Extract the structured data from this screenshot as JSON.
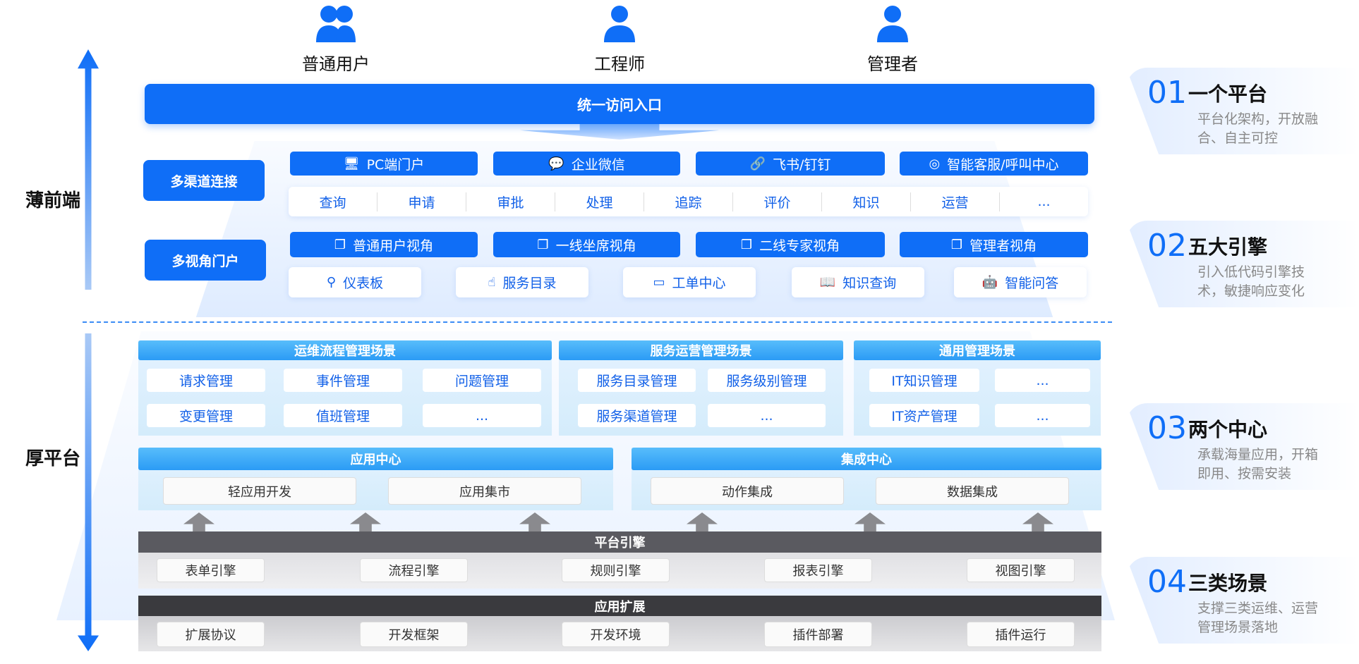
{
  "users": [
    {
      "label": "普通用户",
      "icon": "users-group-icon"
    },
    {
      "label": "工程师",
      "icon": "engineer-icon"
    },
    {
      "label": "管理者",
      "icon": "manager-icon"
    }
  ],
  "entry": "统一访问入口",
  "sides": {
    "front": "薄前端",
    "platform": "厚平台"
  },
  "channel_label": "多渠道连接",
  "view_label": "多视角门户",
  "channels": [
    {
      "label": "PC端门户",
      "icon": "pc-icon",
      "glyph": "🖥"
    },
    {
      "label": "企业微信",
      "icon": "wechat-icon",
      "glyph": "💬"
    },
    {
      "label": "飞书/钉钉",
      "icon": "feishu-icon",
      "glyph": "🔗"
    },
    {
      "label": "智能客服/呼叫中心",
      "icon": "call-center-icon",
      "glyph": "◎"
    }
  ],
  "actions": [
    "查询",
    "申请",
    "审批",
    "处理",
    "追踪",
    "评价",
    "知识",
    "运营",
    "..."
  ],
  "views": [
    "普通用户视角",
    "一线坐席视角",
    "二线专家视角",
    "管理者视角"
  ],
  "features": [
    {
      "label": "仪表板",
      "icon": "dashboard-icon",
      "glyph": "⚲"
    },
    {
      "label": "服务目录",
      "icon": "service-catalog-icon",
      "glyph": "☝"
    },
    {
      "label": "工单中心",
      "icon": "ticket-icon",
      "glyph": "▭"
    },
    {
      "label": "知识查询",
      "icon": "knowledge-icon",
      "glyph": "📖"
    },
    {
      "label": "智能问答",
      "icon": "robot-icon",
      "glyph": "🤖"
    }
  ],
  "scenes": [
    {
      "title": "运维流程管理场景",
      "items": [
        "请求管理",
        "事件管理",
        "问题管理",
        "变更管理",
        "值班管理",
        "..."
      ]
    },
    {
      "title": "服务运营管理场景",
      "items": [
        "服务目录管理",
        "服务级别管理",
        "服务渠道管理",
        "..."
      ]
    },
    {
      "title": "通用管理场景",
      "items": [
        "IT知识管理",
        "...",
        "IT资产管理",
        "..."
      ]
    }
  ],
  "centers": [
    {
      "title": "应用中心",
      "items": [
        "轻应用开发",
        "应用集市"
      ]
    },
    {
      "title": "集成中心",
      "items": [
        "动作集成",
        "数据集成"
      ]
    }
  ],
  "engine": {
    "title": "平台引擎",
    "items": [
      "表单引擎",
      "流程引擎",
      "规则引擎",
      "报表引擎",
      "视图引擎"
    ]
  },
  "extension": {
    "title": "应用扩展",
    "items": [
      "扩展协议",
      "开发框架",
      "开发环境",
      "插件部署",
      "插件运行"
    ]
  },
  "cards": [
    {
      "num": "01",
      "title": "一个平台",
      "desc": "平台化架构，开放融合、自主可控"
    },
    {
      "num": "02",
      "title": "五大引擎",
      "desc": "引入低代码引擎技术，敏捷响应变化"
    },
    {
      "num": "03",
      "title": "两个中心",
      "desc": "承载海量应用，开箱即用、按需安装"
    },
    {
      "num": "04",
      "title": "三类场景",
      "desc": "支撑三类运维、运营管理场景落地"
    }
  ],
  "colors": {
    "primary": "#0f6ef7",
    "header": "#2b9bf5",
    "engine": "#5a5a60",
    "extension": "#3a3a3e"
  }
}
